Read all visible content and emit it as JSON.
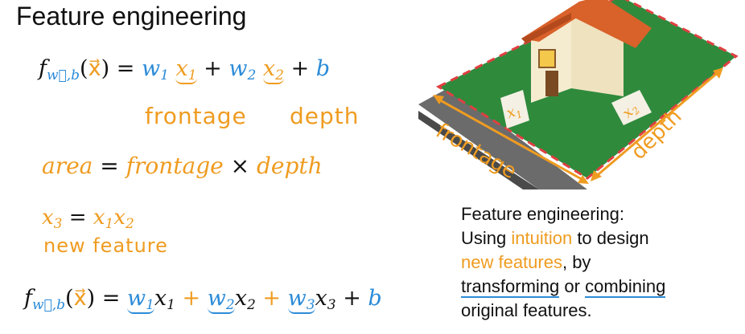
{
  "title": "Feature engineering",
  "eq1": {
    "f": "f",
    "f_sub": "w⃗,b",
    "arg": "(x⃗)",
    "eq": "=",
    "w1": "w",
    "w1_sub": "1",
    "x1": "x",
    "x1_sub": "1",
    "plus1": "+",
    "w2": "w",
    "w2_sub": "2",
    "x2": "x",
    "x2_sub": "2",
    "plus2": "+",
    "b": "b"
  },
  "labels": {
    "frontage": "frontage",
    "depth": "depth"
  },
  "area_eq": {
    "area": "area",
    "eq": "=",
    "frontage": "frontage",
    "times": "×",
    "depth": "depth"
  },
  "x3_eq": {
    "x3": "x",
    "x3_sub": "3",
    "eq": "=",
    "x1": "x",
    "x1_sub": "1",
    "x2": "x",
    "x2_sub": "2",
    "note": "new feature"
  },
  "eq2": {
    "f": "f",
    "f_sub": "w⃗,b",
    "arg": "(x⃗)",
    "eq": "=",
    "terms": [
      {
        "w": "w",
        "w_sub": "1",
        "x": "x",
        "x_sub": "1",
        "plus": "+"
      },
      {
        "w": "w",
        "w_sub": "2",
        "x": "x",
        "x_sub": "2",
        "plus": "+"
      },
      {
        "w": "w",
        "w_sub": "3",
        "x": "x",
        "x_sub": "3",
        "plus": "+"
      }
    ],
    "b": "b"
  },
  "illustration": {
    "x1_label": "x1",
    "x2_label": "x2",
    "frontage": "frontage",
    "depth": "depth"
  },
  "definition": {
    "line1": "Feature engineering:",
    "line2_a": "Using ",
    "line2_b": "intuition",
    "line2_c": " to design",
    "line3_a": "new features",
    "line3_b": ", by",
    "line4_a": "transforming",
    "line4_b": " or ",
    "line4_c": "combining",
    "line5": "original features."
  },
  "colors": {
    "blue": "#2b8bd8",
    "orange": "#ef9c21",
    "lawn": "#2f8a3c",
    "roof": "#d9612a"
  }
}
